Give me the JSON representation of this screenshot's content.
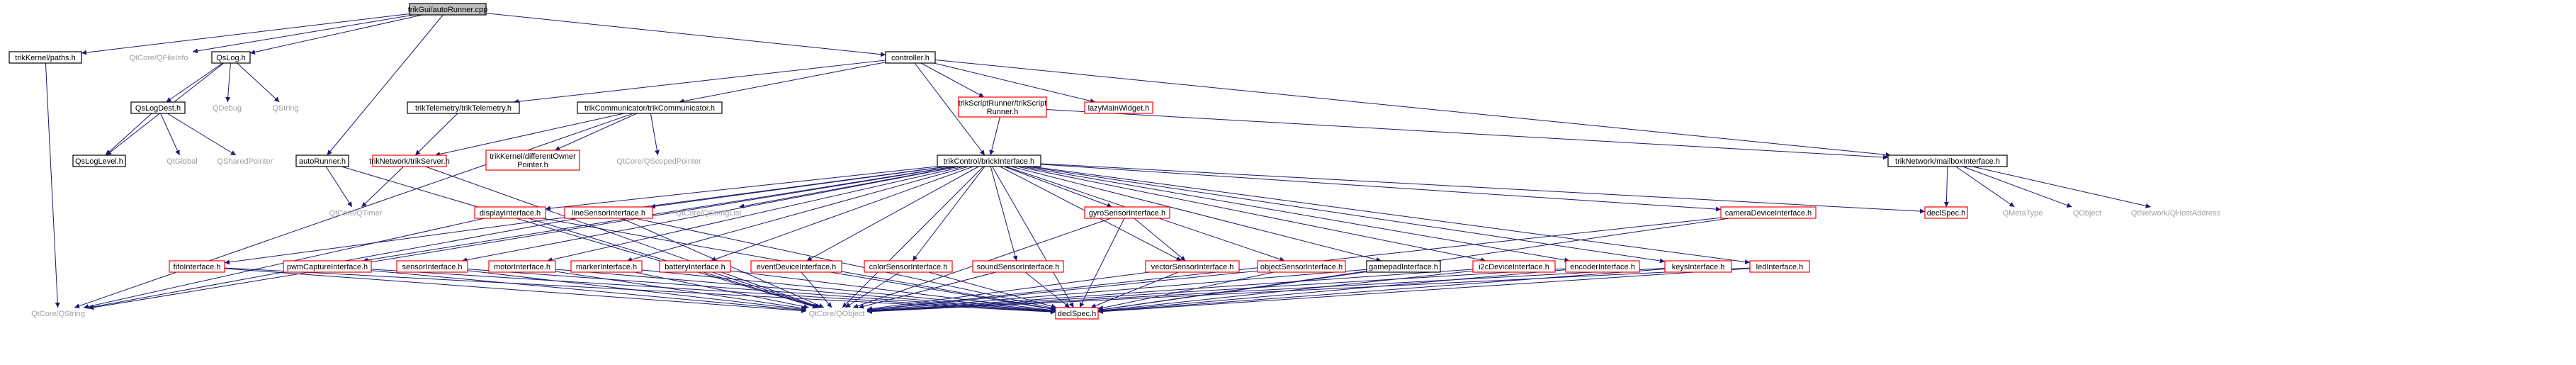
{
  "diagram": {
    "colors": {
      "root_fill": "#bfbfbf",
      "doc_border": "#000000",
      "nodoc_border": "#ff0000",
      "external_text": "#a0a0a0",
      "edge": "#191970",
      "edge_alt": "#404040"
    },
    "nodes": [
      {
        "id": "root",
        "label": "trikGui/autoRunner.cpp",
        "kind": "root"
      },
      {
        "id": "paths",
        "label": "trikKernel/paths.h",
        "kind": "doc"
      },
      {
        "id": "qfileinfo",
        "label": "QtCore/QFileInfo",
        "kind": "external"
      },
      {
        "id": "qslog",
        "label": "QsLog.h",
        "kind": "doc"
      },
      {
        "id": "autorunner_h",
        "label": "autoRunner.h",
        "kind": "doc"
      },
      {
        "id": "controller",
        "label": "controller.h",
        "kind": "doc"
      },
      {
        "id": "qslogdest",
        "label": "QsLogDest.h",
        "kind": "doc"
      },
      {
        "id": "qdebug",
        "label": "QDebug",
        "kind": "external"
      },
      {
        "id": "qstring_a",
        "label": "QString",
        "kind": "external"
      },
      {
        "id": "qsloglevel",
        "label": "QsLogLevel.h",
        "kind": "doc"
      },
      {
        "id": "qtglobal",
        "label": "QtGlobal",
        "kind": "external"
      },
      {
        "id": "qsharedpointer",
        "label": "QSharedPointer",
        "kind": "external"
      },
      {
        "id": "qtcore_qstring",
        "label": "QtCore/QString",
        "kind": "external"
      },
      {
        "id": "qtcore_qtimer",
        "label": "QtCore/QTimer",
        "kind": "external"
      },
      {
        "id": "telemetry",
        "label": "trikTelemetry/trikTelemetry.h",
        "kind": "doc"
      },
      {
        "id": "communicator",
        "label": "trikCommunicator/trikCommunicator.h",
        "kind": "doc"
      },
      {
        "id": "scriptrunner",
        "label": [
          "trikScriptRunner/trikScript",
          "Runner.h"
        ],
        "kind": "nodoc"
      },
      {
        "id": "lazymain",
        "label": "lazyMainWidget.h",
        "kind": "nodoc"
      },
      {
        "id": "mailbox",
        "label": "trikNetwork/mailboxInterface.h",
        "kind": "doc"
      },
      {
        "id": "trikserver",
        "label": "trikNetwork/trikServer.h",
        "kind": "nodoc"
      },
      {
        "id": "diffowner",
        "label": [
          "trikKernel/differentOwner",
          "Pointer.h"
        ],
        "kind": "nodoc"
      },
      {
        "id": "qscopedpointer",
        "label": "QtCore/QScopedPointer",
        "kind": "external"
      },
      {
        "id": "brick",
        "label": "trikControl/brickInterface.h",
        "kind": "doc"
      },
      {
        "id": "declspec_top",
        "label": "declSpec.h",
        "kind": "nodoc"
      },
      {
        "id": "qmetatype",
        "label": "QMetaType",
        "kind": "external"
      },
      {
        "id": "qobject_ext",
        "label": "QObject",
        "kind": "external"
      },
      {
        "id": "qhostaddress",
        "label": "QtNetwork/QHostAddress",
        "kind": "external"
      },
      {
        "id": "display",
        "label": "displayInterface.h",
        "kind": "nodoc"
      },
      {
        "id": "linesensor",
        "label": "lineSensorInterface.h",
        "kind": "nodoc"
      },
      {
        "id": "qstringlist",
        "label": "QtCore/QStringList",
        "kind": "external"
      },
      {
        "id": "gyro",
        "label": "gyroSensorInterface.h",
        "kind": "nodoc"
      },
      {
        "id": "camera",
        "label": "cameraDeviceInterface.h",
        "kind": "nodoc"
      },
      {
        "id": "fifo",
        "label": "fifoInterface.h",
        "kind": "nodoc"
      },
      {
        "id": "permcapture",
        "label": "pwmCaptureInterface.h",
        "kind": "nodoc"
      },
      {
        "id": "sensor",
        "label": "sensorInterface.h",
        "kind": "nodoc"
      },
      {
        "id": "motor",
        "label": "motorInterface.h",
        "kind": "nodoc"
      },
      {
        "id": "marker",
        "label": "markerInterface.h",
        "kind": "nodoc"
      },
      {
        "id": "battery",
        "label": "batteryInterface.h",
        "kind": "nodoc"
      },
      {
        "id": "eventdevice",
        "label": "eventDeviceInterface.h",
        "kind": "nodoc"
      },
      {
        "id": "colorsensor",
        "label": "colorSensorInterface.h",
        "kind": "nodoc"
      },
      {
        "id": "soundsensor",
        "label": "soundSensorInterface.h",
        "kind": "nodoc"
      },
      {
        "id": "vectorsensor",
        "label": "vectorSensorInterface.h",
        "kind": "nodoc"
      },
      {
        "id": "objectsensor",
        "label": "objectSensorInterface.h",
        "kind": "nodoc"
      },
      {
        "id": "gamepad",
        "label": "gamepadInterface.h",
        "kind": "doc"
      },
      {
        "id": "i2c",
        "label": "i2cDeviceInterface.h",
        "kind": "nodoc"
      },
      {
        "id": "encoder",
        "label": "encoderInterface.h",
        "kind": "nodoc"
      },
      {
        "id": "keys",
        "label": "keysInterface.h",
        "kind": "nodoc"
      },
      {
        "id": "led",
        "label": "ledInterface.h",
        "kind": "nodoc"
      },
      {
        "id": "qtcore_qobject",
        "label": "QtCore/QObject",
        "kind": "external"
      },
      {
        "id": "declspec_bottom",
        "label": "declSpec.h",
        "kind": "nodoc"
      }
    ],
    "edges": [
      [
        "root",
        "paths"
      ],
      [
        "root",
        "qfileinfo"
      ],
      [
        "root",
        "qslog"
      ],
      [
        "root",
        "autorunner_h"
      ],
      [
        "root",
        "controller"
      ],
      [
        "paths",
        "qtcore_qstring"
      ],
      [
        "qslog",
        "qslogdest"
      ],
      [
        "qslog",
        "qdebug"
      ],
      [
        "qslog",
        "qstring_a"
      ],
      [
        "qslog",
        "qsloglevel"
      ],
      [
        "qslogdest",
        "qsloglevel"
      ],
      [
        "qslogdest",
        "qtglobal"
      ],
      [
        "qslogdest",
        "qsharedpointer"
      ],
      [
        "autorunner_h",
        "qtcore_qtimer"
      ],
      [
        "autorunner_h",
        "qtcore_qobject"
      ],
      [
        "controller",
        "telemetry"
      ],
      [
        "controller",
        "communicator"
      ],
      [
        "controller",
        "scriptrunner"
      ],
      [
        "controller",
        "lazymain"
      ],
      [
        "controller",
        "mailbox"
      ],
      [
        "controller",
        "brick"
      ],
      [
        "telemetry",
        "trikserver"
      ],
      [
        "communicator",
        "trikserver"
      ],
      [
        "communicator",
        "diffowner"
      ],
      [
        "communicator",
        "qscopedpointer"
      ],
      [
        "communicator",
        "qtcore_qstring"
      ],
      [
        "scriptrunner",
        "brick"
      ],
      [
        "scriptrunner",
        "mailbox"
      ],
      [
        "mailbox",
        "declspec_top"
      ],
      [
        "mailbox",
        "qmetatype"
      ],
      [
        "mailbox",
        "qobject_ext"
      ],
      [
        "mailbox",
        "qhostaddress"
      ],
      [
        "trikserver",
        "qtcore_qobject"
      ],
      [
        "trikserver",
        "qtcore_qtimer"
      ],
      [
        "brick",
        "display"
      ],
      [
        "brick",
        "linesensor"
      ],
      [
        "brick",
        "qstringlist"
      ],
      [
        "brick",
        "gyro"
      ],
      [
        "brick",
        "camera"
      ],
      [
        "brick",
        "declspec_top"
      ],
      [
        "brick",
        "fifo"
      ],
      [
        "brick",
        "permcapture"
      ],
      [
        "brick",
        "sensor"
      ],
      [
        "brick",
        "motor"
      ],
      [
        "brick",
        "marker"
      ],
      [
        "brick",
        "battery"
      ],
      [
        "brick",
        "eventdevice"
      ],
      [
        "brick",
        "colorsensor"
      ],
      [
        "brick",
        "soundsensor"
      ],
      [
        "brick",
        "vectorsensor"
      ],
      [
        "brick",
        "objectsensor"
      ],
      [
        "brick",
        "gamepad"
      ],
      [
        "brick",
        "i2c"
      ],
      [
        "brick",
        "encoder"
      ],
      [
        "brick",
        "keys"
      ],
      [
        "brick",
        "led"
      ],
      [
        "brick",
        "qtcore_qobject"
      ],
      [
        "brick",
        "declspec_bottom"
      ],
      [
        "brick",
        "qtcore_qstring"
      ],
      [
        "display",
        "qtcore_qobject"
      ],
      [
        "display",
        "qtcore_qstring"
      ],
      [
        "display",
        "declspec_bottom"
      ],
      [
        "linesensor",
        "qtcore_qobject"
      ],
      [
        "linesensor",
        "qtcore_qstring"
      ],
      [
        "linesensor",
        "declspec_bottom"
      ],
      [
        "gyro",
        "vectorsensor"
      ],
      [
        "gyro",
        "declspec_bottom"
      ],
      [
        "gyro",
        "qtcore_qobject"
      ],
      [
        "camera",
        "declspec_bottom"
      ],
      [
        "camera",
        "qtcore_qobject"
      ],
      [
        "fifo",
        "qtcore_qobject"
      ],
      [
        "fifo",
        "declspec_bottom"
      ],
      [
        "permcapture",
        "qtcore_qobject"
      ],
      [
        "permcapture",
        "declspec_bottom"
      ],
      [
        "sensor",
        "qtcore_qobject"
      ],
      [
        "sensor",
        "declspec_bottom"
      ],
      [
        "motor",
        "qtcore_qobject"
      ],
      [
        "motor",
        "declspec_bottom"
      ],
      [
        "marker",
        "qtcore_qobject"
      ],
      [
        "marker",
        "declspec_bottom"
      ],
      [
        "battery",
        "qtcore_qobject"
      ],
      [
        "battery",
        "declspec_bottom"
      ],
      [
        "eventdevice",
        "qtcore_qobject"
      ],
      [
        "eventdevice",
        "declspec_bottom"
      ],
      [
        "colorsensor",
        "qtcore_qobject"
      ],
      [
        "colorsensor",
        "declspec_bottom"
      ],
      [
        "soundsensor",
        "qtcore_qobject"
      ],
      [
        "soundsensor",
        "declspec_bottom"
      ],
      [
        "vectorsensor",
        "qtcore_qobject"
      ],
      [
        "vectorsensor",
        "declspec_bottom"
      ],
      [
        "objectsensor",
        "qtcore_qobject"
      ],
      [
        "objectsensor",
        "declspec_bottom"
      ],
      [
        "gamepad",
        "qtcore_qobject"
      ],
      [
        "gamepad",
        "declspec_bottom"
      ],
      [
        "i2c",
        "qtcore_qobject"
      ],
      [
        "i2c",
        "declspec_bottom"
      ],
      [
        "encoder",
        "qtcore_qobject"
      ],
      [
        "encoder",
        "declspec_bottom"
      ],
      [
        "keys",
        "qtcore_qobject"
      ],
      [
        "keys",
        "declspec_bottom"
      ],
      [
        "led",
        "qtcore_qobject"
      ],
      [
        "led",
        "declspec_bottom"
      ]
    ]
  }
}
